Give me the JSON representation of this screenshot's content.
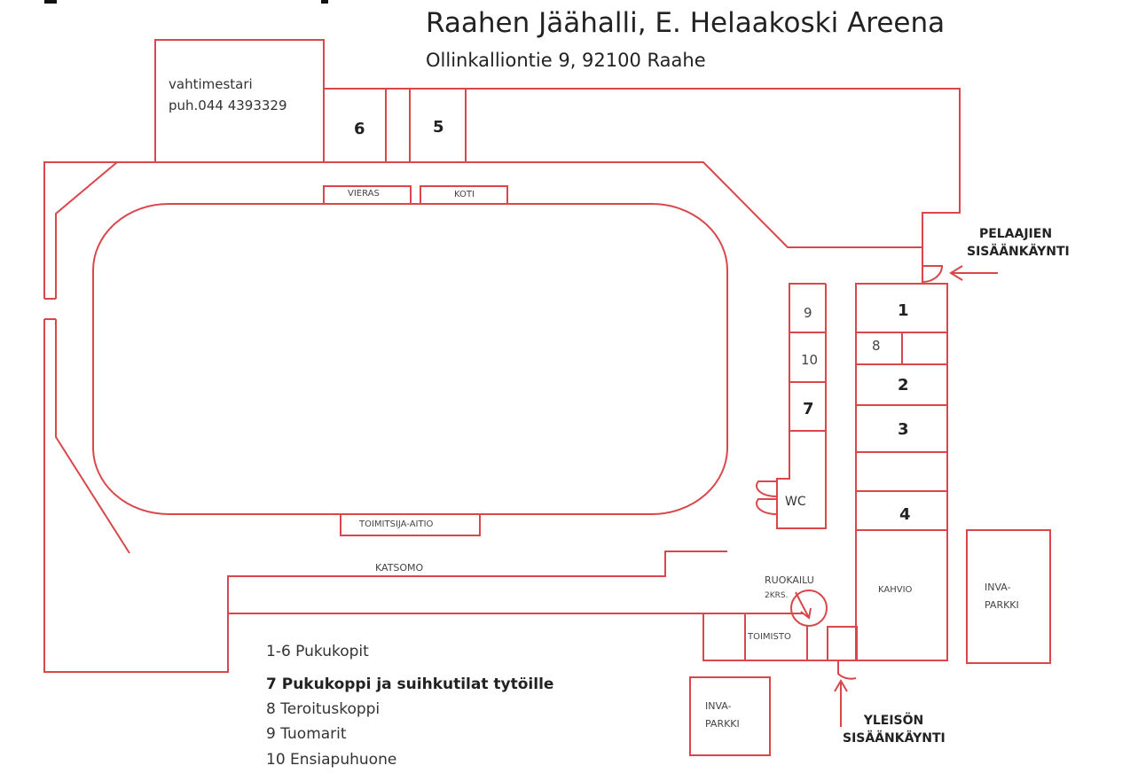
{
  "header": {
    "title": "Raahen Jäähalli, E. Helaakoski Areena",
    "address": "Ollinkalliontie  9, 92100 Raahe"
  },
  "rooms": {
    "caretaker": "vahtimestari",
    "caretaker_phone": "puh.044  4393329",
    "r1": "1",
    "r2": "2",
    "r3": "3",
    "r4": "4",
    "r5": "5",
    "r6": "6",
    "r7": "7",
    "r8": "8",
    "r9": "9",
    "r10": "10",
    "vieras": "VIERAS",
    "koti": "KOTI",
    "toimitsija": "TOIMITSIJA-AITIO",
    "katsomo": "KATSOMO",
    "wc": "WC",
    "ruokailu": "RUOKAILU",
    "ruokailu_floor": "2KRS.",
    "toimisto": "TOIMISTO",
    "kahvio": "KAHVIO",
    "inva1_a": "INVA-",
    "inva1_b": "PARKKI",
    "inva2_a": "INVA-",
    "inva2_b": "PARKKI"
  },
  "entrances": {
    "players_a": "PELAAJIEN",
    "players_b": "SISÄÄNKÄYNTI",
    "public_a": "YLEISÖN",
    "public_b": "SISÄÄNKÄYNTI"
  },
  "legend": [
    "1-6 Pukukopit",
    "7 Pukukoppi ja suihkutilat tytöille",
    "8 Teroituskoppi",
    "9 Tuomarit",
    "10 Ensiapuhuone"
  ],
  "colors": {
    "wall": "#d9474b"
  }
}
